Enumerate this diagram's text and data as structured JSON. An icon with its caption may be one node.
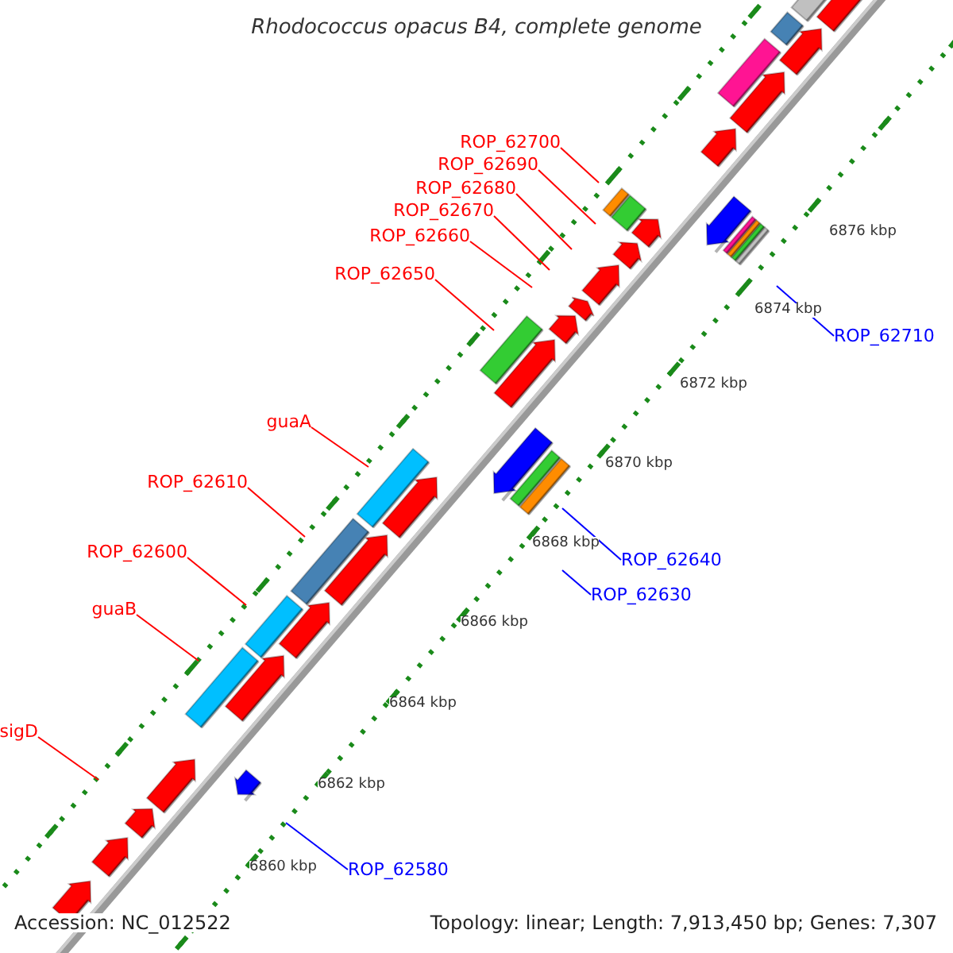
{
  "diagram": {
    "title": "Rhodococcus opacus B4, complete genome",
    "nodes": [
      {
        "text": [
          "ROP_62700"
        ]
      },
      {
        "text": [
          "ROP_62690"
        ]
      },
      {
        "text": [
          "ROP_62680"
        ]
      },
      {
        "text": [
          "ROP_62670"
        ]
      },
      {
        "text": [
          "ROP_62660"
        ]
      },
      {
        "text": [
          "ROP_62650"
        ]
      },
      {
        "text": [
          "ROP_62710"
        ]
      },
      {
        "text": [
          "guaA"
        ]
      },
      {
        "text": [
          "ROP_62610"
        ]
      },
      {
        "text": [
          "ROP_62600"
        ]
      },
      {
        "text": [
          "ROP_62640"
        ]
      },
      {
        "text": [
          "ROP_62630"
        ]
      },
      {
        "text": [
          "guaB"
        ]
      },
      {
        "text": [
          "sigD"
        ]
      },
      {
        "text": [
          "ROP_62580"
        ]
      }
    ],
    "edges": [
      {
        "from": 0,
        "to": null,
        "arrow": "none"
      },
      {
        "from": 1,
        "to": null,
        "arrow": "none"
      },
      {
        "from": 2,
        "to": null,
        "arrow": "none"
      },
      {
        "from": 3,
        "to": null,
        "arrow": "none"
      },
      {
        "from": 4,
        "to": null,
        "arrow": "none"
      },
      {
        "from": 5,
        "to": null,
        "arrow": "none"
      },
      {
        "from": 6,
        "to": null,
        "arrow": "none",
        "color": "#0000ff"
      },
      {
        "from": 7,
        "to": null,
        "arrow": "none"
      },
      {
        "from": 8,
        "to": null,
        "arrow": "none"
      },
      {
        "from": 9,
        "to": null,
        "arrow": "none"
      },
      {
        "from": 10,
        "to": null,
        "arrow": "none",
        "color": "#0000ff"
      },
      {
        "from": 11,
        "to": null,
        "arrow": "none",
        "color": "#0000ff"
      },
      {
        "from": 12,
        "to": null,
        "arrow": "none"
      },
      {
        "from": 13,
        "to": null,
        "arrow": "none"
      },
      {
        "from": 14,
        "to": null,
        "arrow": "none",
        "color": "#0000ff"
      }
    ],
    "labels": [
      "6876 kbp",
      "6874 kbp",
      "6872 kbp",
      "6870 kbp",
      "6868 kbp",
      "6866 kbp",
      "6864 kbp",
      "6862 kbp",
      "6860 kbp",
      "Accession: NC_012522",
      "Topology: linear; Length: 7,913,450 bp; Genes: 7,307"
    ]
  }
}
